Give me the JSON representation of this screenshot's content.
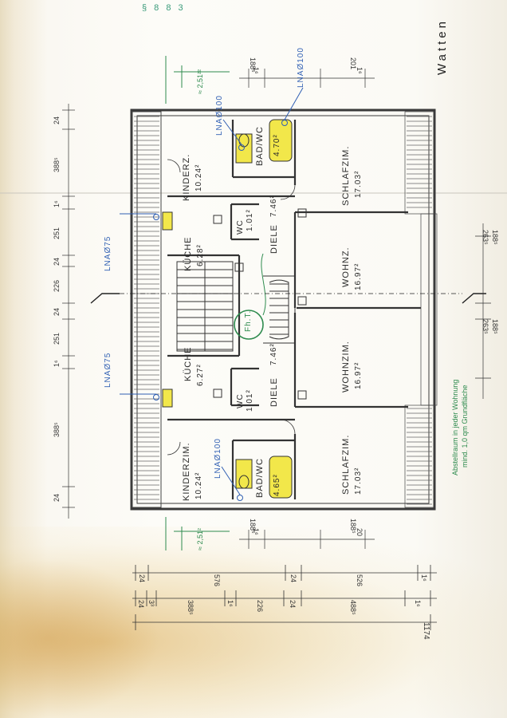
{
  "header": {
    "title_fragment": "Watten",
    "top_scribble": "§ 8 8 3"
  },
  "rooms": {
    "kinderz_top": {
      "name": "KINDERZ.",
      "area": "10.24²"
    },
    "bad_top": {
      "name": "BAD/WC",
      "area": "4.70²"
    },
    "schlafzim_top": {
      "name": "SCHLAFZIM.",
      "area": "17.03²"
    },
    "kueche_top": {
      "name": "KÜCHE",
      "area": "6.28²"
    },
    "wc_top": {
      "name": "WC",
      "area": "1.01²"
    },
    "diele_top": {
      "name": "DIELE",
      "area": "7.46²"
    },
    "wohnz_top": {
      "name": "WOHNZ.",
      "area": "16.97²"
    },
    "fht": {
      "name": "Fh.T."
    },
    "wohnzim_bot": {
      "name": "WOHNZIM.",
      "area": "16.97²"
    },
    "kueche_bot": {
      "name": "KÜCHE",
      "area": "6.27²"
    },
    "wc_bot": {
      "name": "WC",
      "area": "1.01²"
    },
    "diele_bot": {
      "name": "DIELE",
      "area": "7.46²"
    },
    "kinderzim_bot": {
      "name": "KINDERZIM.",
      "area": "10.24²"
    },
    "bad_bot": {
      "name": "BAD/WC",
      "area": "4.65²"
    },
    "schlafzim_bot": {
      "name": "SCHLAFZIM.",
      "area": "17.03²"
    }
  },
  "annotations": {
    "lna100_top": "LNAØ100",
    "lna100_top2": "LNAØ100",
    "lna75_top": "LNAØ75",
    "lna75_bot": "LNAØ75",
    "lna100_bot": "LNAØ100",
    "note_right_1": "Abstellraum in jeder Wohnung",
    "note_right_2": "mind. 1,0 qm Grundfläche",
    "green_top_dim": "≈ 2,51²²",
    "green_bottom_dim": "≈ 2,51²"
  },
  "dimensions": {
    "left_chain": [
      "24",
      "388⁵",
      "1⁶",
      "251",
      "24",
      "226",
      "24",
      "251",
      "1⁶",
      "388⁵",
      "24"
    ],
    "bottom_row1": [
      "24",
      "576",
      "24",
      "526",
      "1⁶"
    ],
    "bottom_row2": [
      "24",
      "3³",
      "388⁵",
      "1⁶",
      "226",
      "24",
      "488⁵",
      "1⁶"
    ],
    "bottom_total": "1174",
    "top_small": [
      "1⁶",
      "188⁵",
      "1⁶",
      "201"
    ],
    "bottom_small": [
      "1⁶",
      "188⁵",
      "20",
      "188⁵"
    ],
    "right_small": [
      "263⁵",
      "188⁵",
      "263⁵",
      "188⁵"
    ]
  },
  "colors": {
    "wall": "#3a3a3a",
    "blue": "#2f5fb3",
    "green": "#2e8b4e",
    "bath_fill": "#f2e74a"
  }
}
